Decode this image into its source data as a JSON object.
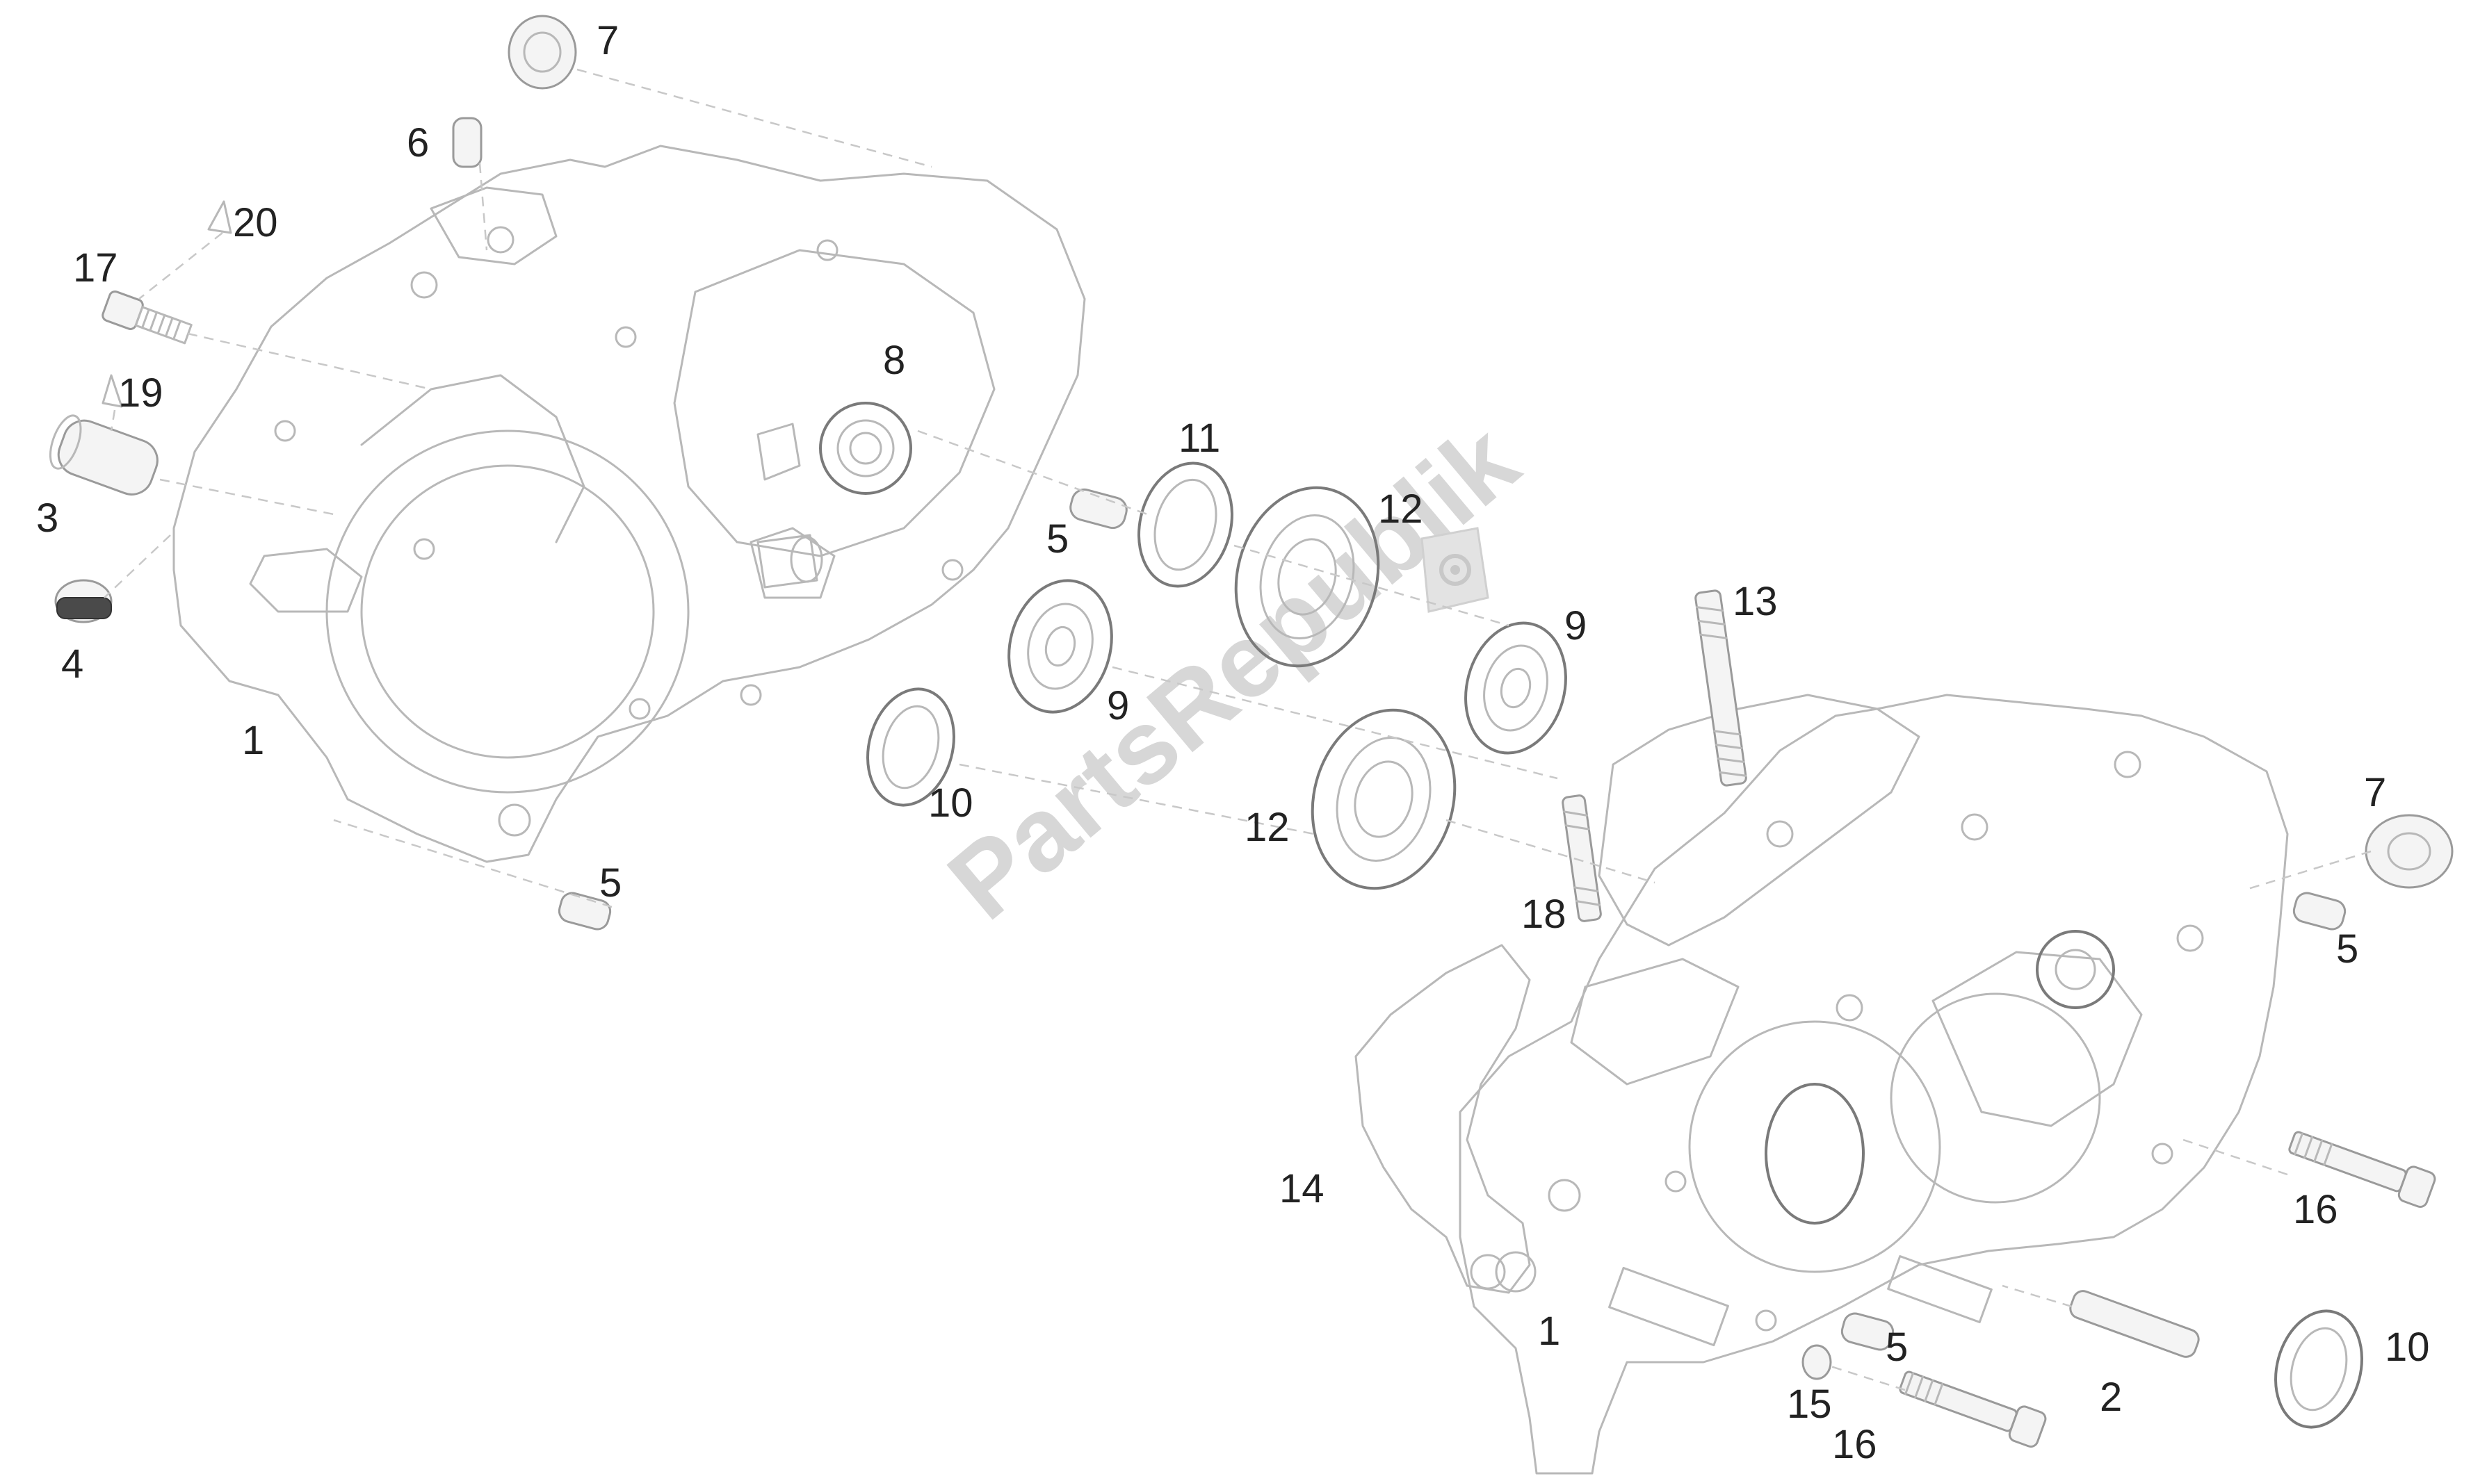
{
  "diagram": {
    "callouts": [
      {
        "id": "c7a",
        "label": "7"
      },
      {
        "id": "c6",
        "label": "6"
      },
      {
        "id": "c20",
        "label": "20"
      },
      {
        "id": "c17",
        "label": "17"
      },
      {
        "id": "c19",
        "label": "19"
      },
      {
        "id": "c3",
        "label": "3"
      },
      {
        "id": "c4",
        "label": "4"
      },
      {
        "id": "c1a",
        "label": "1"
      },
      {
        "id": "c8",
        "label": "8"
      },
      {
        "id": "c5a",
        "label": "5"
      },
      {
        "id": "c5b",
        "label": "5"
      },
      {
        "id": "c11",
        "label": "11"
      },
      {
        "id": "c9a",
        "label": "9"
      },
      {
        "id": "c10a",
        "label": "10"
      },
      {
        "id": "c12a",
        "label": "12"
      },
      {
        "id": "c12b",
        "label": "12"
      },
      {
        "id": "c9b",
        "label": "9"
      },
      {
        "id": "c13",
        "label": "13"
      },
      {
        "id": "c18",
        "label": "18"
      },
      {
        "id": "c7b",
        "label": "7"
      },
      {
        "id": "c5c",
        "label": "5"
      },
      {
        "id": "c14",
        "label": "14"
      },
      {
        "id": "c16a",
        "label": "16"
      },
      {
        "id": "c1b",
        "label": "1"
      },
      {
        "id": "c5d",
        "label": "5"
      },
      {
        "id": "c15",
        "label": "15"
      },
      {
        "id": "c2",
        "label": "2"
      },
      {
        "id": "c10b",
        "label": "10"
      },
      {
        "id": "c16b",
        "label": "16"
      }
    ],
    "watermark": "PartsRepublik"
  }
}
